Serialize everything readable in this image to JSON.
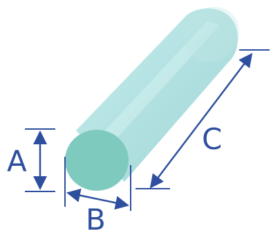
{
  "diagram": {
    "dimensions": [
      {
        "label": "A"
      },
      {
        "label": "B"
      },
      {
        "label": "C"
      }
    ],
    "colors": {
      "cylinder_body": "#b8e4e4",
      "cylinder_body_light": "#cbeded",
      "cylinder_shade": "#a3d6d6",
      "cylinder_end_face": "#7fcabf",
      "dimension_lines": "#2e4f9e"
    }
  }
}
